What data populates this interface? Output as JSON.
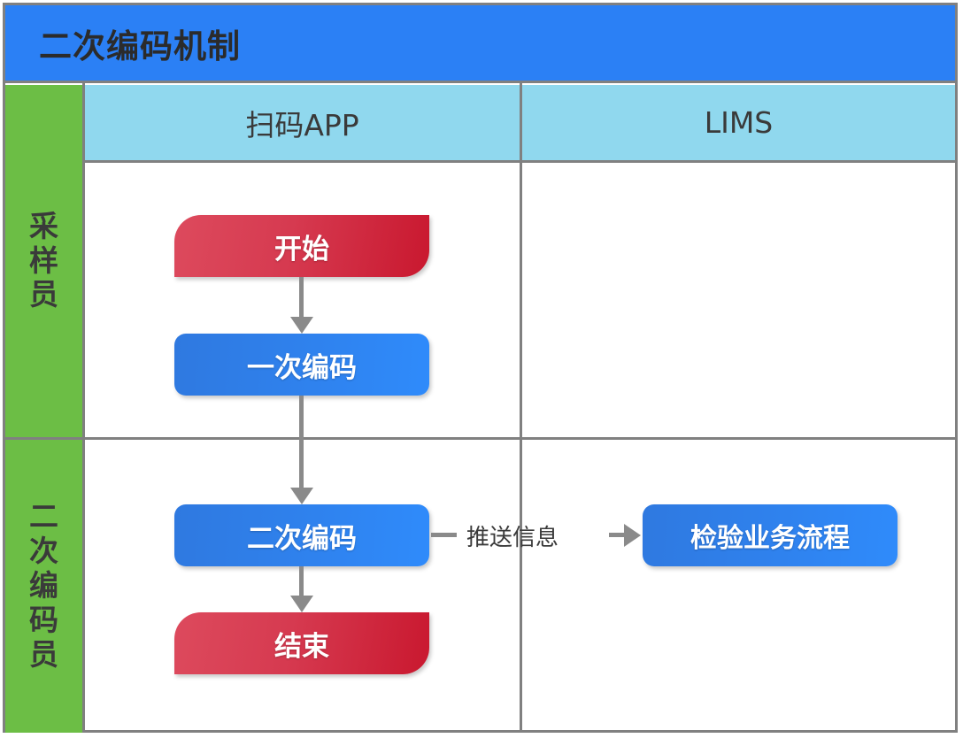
{
  "diagram": {
    "title": "二次编码机制",
    "title_bg": "#2b80f5",
    "lane_bg": "#6cbe45",
    "column_header_bg": "#90d8ee",
    "border_color": "#808080",
    "connector_color": "#8a8a8a",
    "terminator_color": "#d63a50",
    "process_color": "#2f82ee",
    "columns": [
      {
        "label": "扫码APP"
      },
      {
        "label": "LIMS"
      }
    ],
    "lanes": [
      {
        "label": "采样员"
      },
      {
        "label": "二次编码员"
      }
    ],
    "nodes": [
      {
        "id": "start",
        "label": "开始",
        "type": "terminator",
        "lane": "采样员",
        "column": "扫码APP"
      },
      {
        "id": "first-code",
        "label": "一次编码",
        "type": "process",
        "lane": "采样员",
        "column": "扫码APP"
      },
      {
        "id": "second-code",
        "label": "二次编码",
        "type": "process",
        "lane": "二次编码员",
        "column": "扫码APP"
      },
      {
        "id": "end",
        "label": "结束",
        "type": "terminator",
        "lane": "二次编码员",
        "column": "扫码APP"
      },
      {
        "id": "inspection-process",
        "label": "检验业务流程",
        "type": "process",
        "lane": "二次编码员",
        "column": "LIMS"
      }
    ],
    "edges": [
      {
        "from": "start",
        "to": "first-code",
        "label": "",
        "direction": "down"
      },
      {
        "from": "first-code",
        "to": "second-code",
        "label": "",
        "direction": "down"
      },
      {
        "from": "second-code",
        "to": "end",
        "label": "",
        "direction": "down"
      },
      {
        "from": "second-code",
        "to": "inspection-process",
        "label": "推送信息",
        "direction": "right"
      }
    ]
  }
}
